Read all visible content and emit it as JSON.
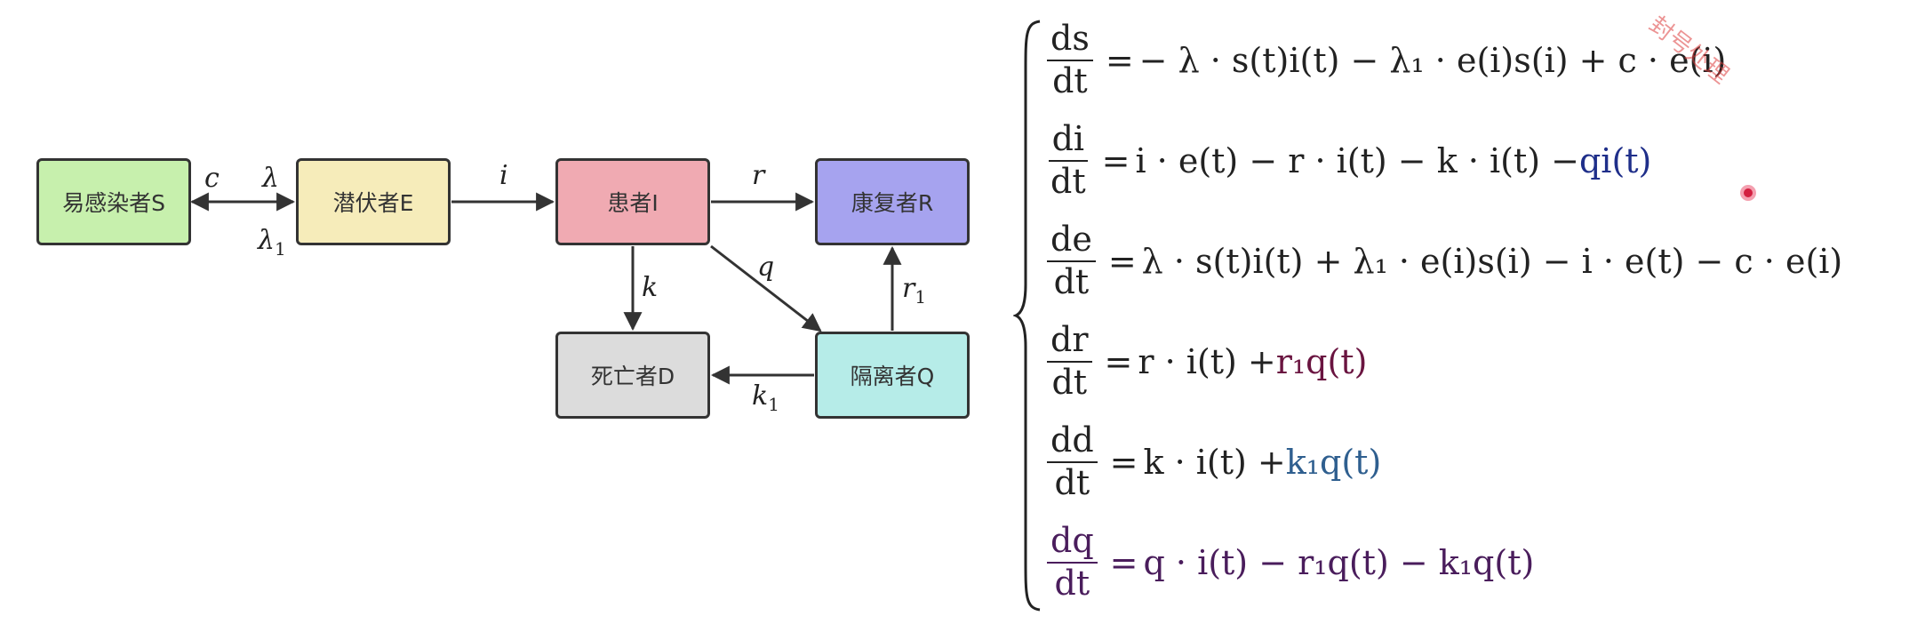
{
  "compartments": {
    "s": {
      "label": "易感染者S",
      "color": "#c7f0ad"
    },
    "e": {
      "label": "潜伏者E",
      "color": "#f6ecba"
    },
    "i": {
      "label": "患者I",
      "color": "#f0aab2"
    },
    "r": {
      "label": "康复者R",
      "color": "#a6a3ef"
    },
    "d": {
      "label": "死亡者D",
      "color": "#dcdcdc"
    },
    "q": {
      "label": "隔离者Q",
      "color": "#b6ece8"
    }
  },
  "rates": {
    "c": "c",
    "lambda": "λ",
    "lambda1_base": "λ",
    "lambda1_sub": "1",
    "i": "i",
    "r": "r",
    "k": "k",
    "q": "q",
    "r1_base": "r",
    "r1_sub": "1",
    "k1_base": "k",
    "k1_sub": "1"
  },
  "equations": [
    {
      "id": "s",
      "numerator": "ds",
      "denominator": "dt",
      "eq": "=",
      "rhs_main": "− λ · s(t)i(t) − λ₁ · e(i)s(i) + c · e(i)",
      "rhs_tail": ""
    },
    {
      "id": "i",
      "numerator": "di",
      "denominator": "dt",
      "eq": "=",
      "rhs_main": "i · e(t) − r · i(t) − k · i(t) − ",
      "rhs_tail": "qi(t)"
    },
    {
      "id": "e",
      "numerator": "de",
      "denominator": "dt",
      "eq": "=",
      "rhs_main": "λ · s(t)i(t) + λ₁ · e(i)s(i) − i · e(t) − c · e(i)",
      "rhs_tail": ""
    },
    {
      "id": "r",
      "numerator": "dr",
      "denominator": "dt",
      "eq": "=",
      "rhs_main": "r · i(t) + ",
      "rhs_tail": "r₁q(t)"
    },
    {
      "id": "d",
      "numerator": "dd",
      "denominator": "dt",
      "eq": "=",
      "rhs_main": "k · i(t) + ",
      "rhs_tail": "k₁q(t)"
    },
    {
      "id": "q",
      "numerator": "dq",
      "denominator": "dt",
      "eq": "=",
      "rhs_main": "q · i(t) − r₁q(t) − k₁q(t)",
      "rhs_tail": ""
    }
  ],
  "watermark": "封号处理"
}
